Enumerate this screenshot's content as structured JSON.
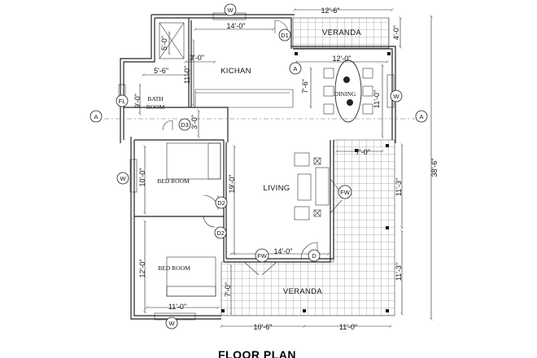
{
  "drawing": {
    "title": "FLOOR PLAN"
  },
  "rooms": {
    "kichan": "KICHAN",
    "veranda_top": "VERANDA",
    "dining": "DINING",
    "bath_line1": "BATH",
    "bath_line2": "ROOM",
    "bedroom_top": "BED ROOM",
    "bedroom_bottom": "BED ROOM",
    "living": "LIVING",
    "veranda_bottom": "VERANDA"
  },
  "tags": {
    "window": "W",
    "door": "D",
    "door1": "D1",
    "door2": "D2",
    "door3": "D3",
    "french_window": "FW",
    "fl": "FL",
    "grid_a": "A"
  },
  "dimensions": {
    "kitchen_width": "14'-0\"",
    "veranda_top_width": "12'-6\"",
    "veranda_top_depth": "4'-0\"",
    "dining_width": "12'-0\"",
    "dining_depth": "11'-0\"",
    "dining_inner": "7'-6\"",
    "stair_width": "5'-0\"",
    "stair_offset": "3'-0\"",
    "kitchen_depth": "11'-0\"",
    "bath_width": "5'-6\"",
    "bath_depth": "9'-0\"",
    "bath_gap": "3'-0\"",
    "living_depth": "19'-0\"",
    "bedroom_top_depth": "10'-0\"",
    "bedroom_bottom_depth": "12'-0\"",
    "bedroom_bottom_width": "11'-0\"",
    "living_width": "14'-0\"",
    "veranda_right_width": "7'-0\"",
    "veranda_right_depth_top": "11'-3\"",
    "veranda_right_depth_bottom": "11'-3\"",
    "veranda_bottom_depth": "7'-0\"",
    "overall_height": "38'-6\"",
    "bottom_left": "10'-6\"",
    "bottom_right": "11'-0\""
  }
}
